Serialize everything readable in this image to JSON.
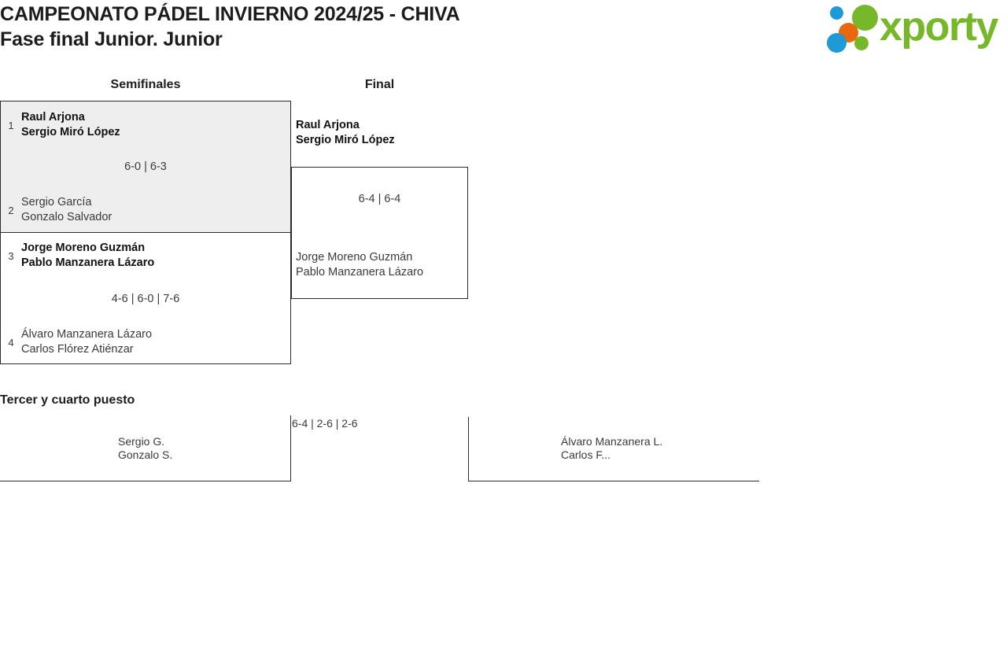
{
  "header": {
    "title_line1": "CAMPEONATO PÁDEL INVIERNO 2024/25 - CHIVA",
    "title_line2": "Fase final Junior. Junior",
    "logo_text": "xporty"
  },
  "rounds": [
    {
      "key": "semifinals",
      "label": "Semifinales"
    },
    {
      "key": "final",
      "label": "Final"
    }
  ],
  "semifinals": [
    {
      "top": {
        "seed": "1",
        "player1": "Raul Arjona",
        "player2": "Sergio Miró López",
        "winner": true
      },
      "bottom": {
        "seed": "2",
        "player1": "Sergio García",
        "player2": "Gonzalo Salvador",
        "winner": false
      },
      "score": "6-0 | 6-3"
    },
    {
      "top": {
        "seed": "3",
        "player1": "Jorge Moreno Guzmán",
        "player2": "Pablo Manzanera Lázaro",
        "winner": true
      },
      "bottom": {
        "seed": "4",
        "player1": "Álvaro Manzanera Lázaro",
        "player2": "Carlos Flórez Atiénzar",
        "winner": false
      },
      "score": "4-6 | 6-0 | 7-6"
    }
  ],
  "final": {
    "top": {
      "player1": "Raul Arjona",
      "player2": "Sergio Miró López",
      "winner": true
    },
    "bottom": {
      "player1": "Jorge Moreno Guzmán",
      "player2": "Pablo Manzanera Lázaro",
      "winner": false
    },
    "score": "6-4 | 6-4"
  },
  "third_place": {
    "title": "Tercer y cuarto puesto",
    "left": {
      "player1": "Sergio G.",
      "player2": "Gonzalo S."
    },
    "right": {
      "player1": "Álvaro Manzanera L.",
      "player2": "Carlos F..."
    },
    "score": "6-4 | 2-6 | 2-6"
  },
  "colors": {
    "logo_green": "#76b82a",
    "logo_blue": "#1e9bd7",
    "logo_orange": "#e8680c",
    "box_border": "#2b2b2b",
    "shaded_box": "#eeeeee"
  }
}
